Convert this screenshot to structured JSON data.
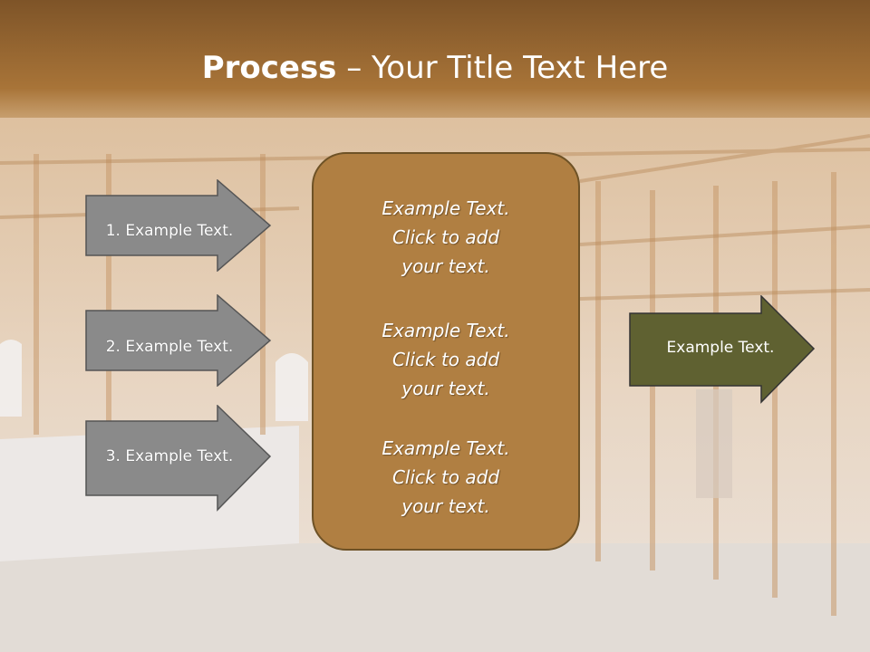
{
  "slide": {
    "title_bold": "Process",
    "title_rest": " – Your Title Text Here"
  },
  "steps": [
    {
      "label": "1. Example Text."
    },
    {
      "label": "2. Example Text."
    },
    {
      "label": "3. Example Text."
    }
  ],
  "center": {
    "blocks": [
      {
        "line1": "Example Text.",
        "line2": "Click  to add",
        "line3": "your text."
      },
      {
        "line1": "Example Text.",
        "line2": "Click  to add",
        "line3": "your text."
      },
      {
        "line1": "Example Text.",
        "line2": "Click  to add",
        "line3": "your text."
      }
    ]
  },
  "output": {
    "label": "Example Text."
  },
  "colors": {
    "title_band": "#8f6232",
    "step_arrow": "#8a8a8a",
    "center_box": "#b07f42",
    "output_arrow": "#5f6131"
  }
}
